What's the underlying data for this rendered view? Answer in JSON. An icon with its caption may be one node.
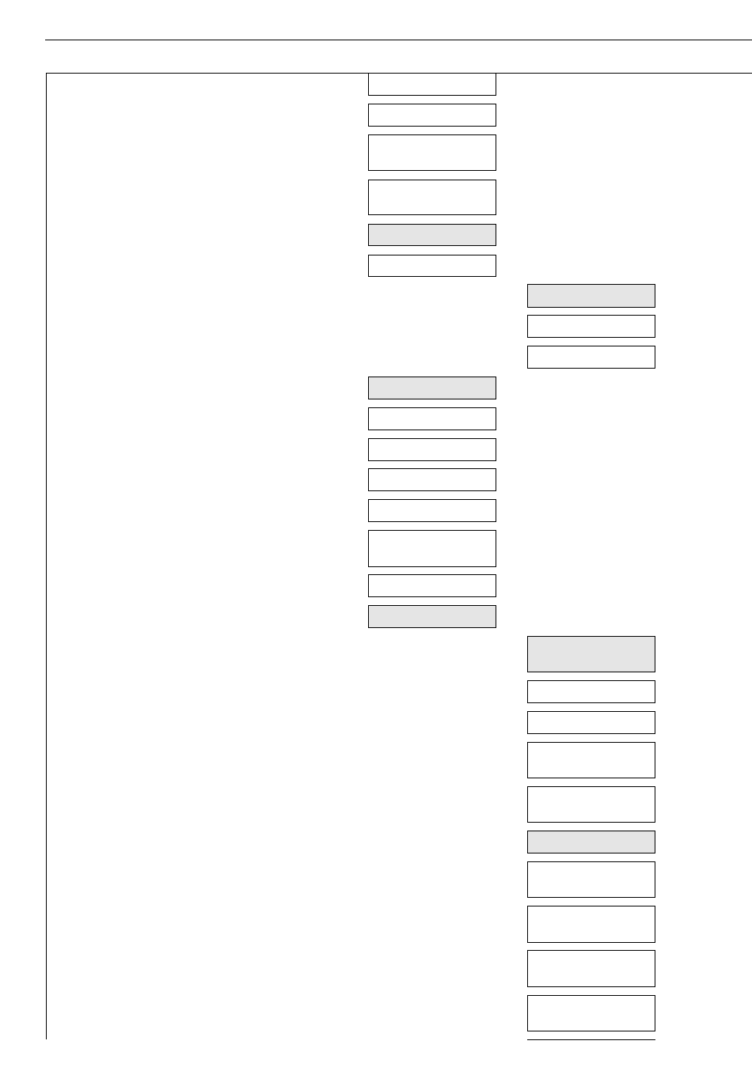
{
  "diagram": {
    "nodes": [
      {
        "text": [],
        "shape": "box"
      },
      {
        "text": [],
        "shape": "box"
      },
      {
        "text": [],
        "shape": "box"
      },
      {
        "text": [],
        "shape": "box"
      },
      {
        "text": [],
        "shape": "box"
      },
      {
        "text": [],
        "shape": "box"
      },
      {
        "text": [],
        "shape": "box"
      },
      {
        "text": [],
        "shape": "box"
      },
      {
        "text": [],
        "shape": "box"
      },
      {
        "text": [],
        "shape": "box"
      },
      {
        "text": [],
        "shape": "box"
      },
      {
        "text": [],
        "shape": "box"
      },
      {
        "text": [],
        "shape": "box"
      },
      {
        "text": [],
        "shape": "box"
      },
      {
        "text": [],
        "shape": "box"
      },
      {
        "text": [],
        "shape": "box"
      },
      {
        "text": [],
        "shape": "box"
      },
      {
        "text": [],
        "shape": "box"
      },
      {
        "text": [],
        "shape": "box"
      },
      {
        "text": [],
        "shape": "box"
      },
      {
        "text": [],
        "shape": "box"
      },
      {
        "text": [],
        "shape": "box"
      },
      {
        "text": [],
        "shape": "box"
      },
      {
        "text": [],
        "shape": "box"
      },
      {
        "text": [],
        "shape": "box"
      },
      {
        "text": [],
        "shape": "box"
      },
      {
        "text": [],
        "shape": "box"
      }
    ]
  }
}
